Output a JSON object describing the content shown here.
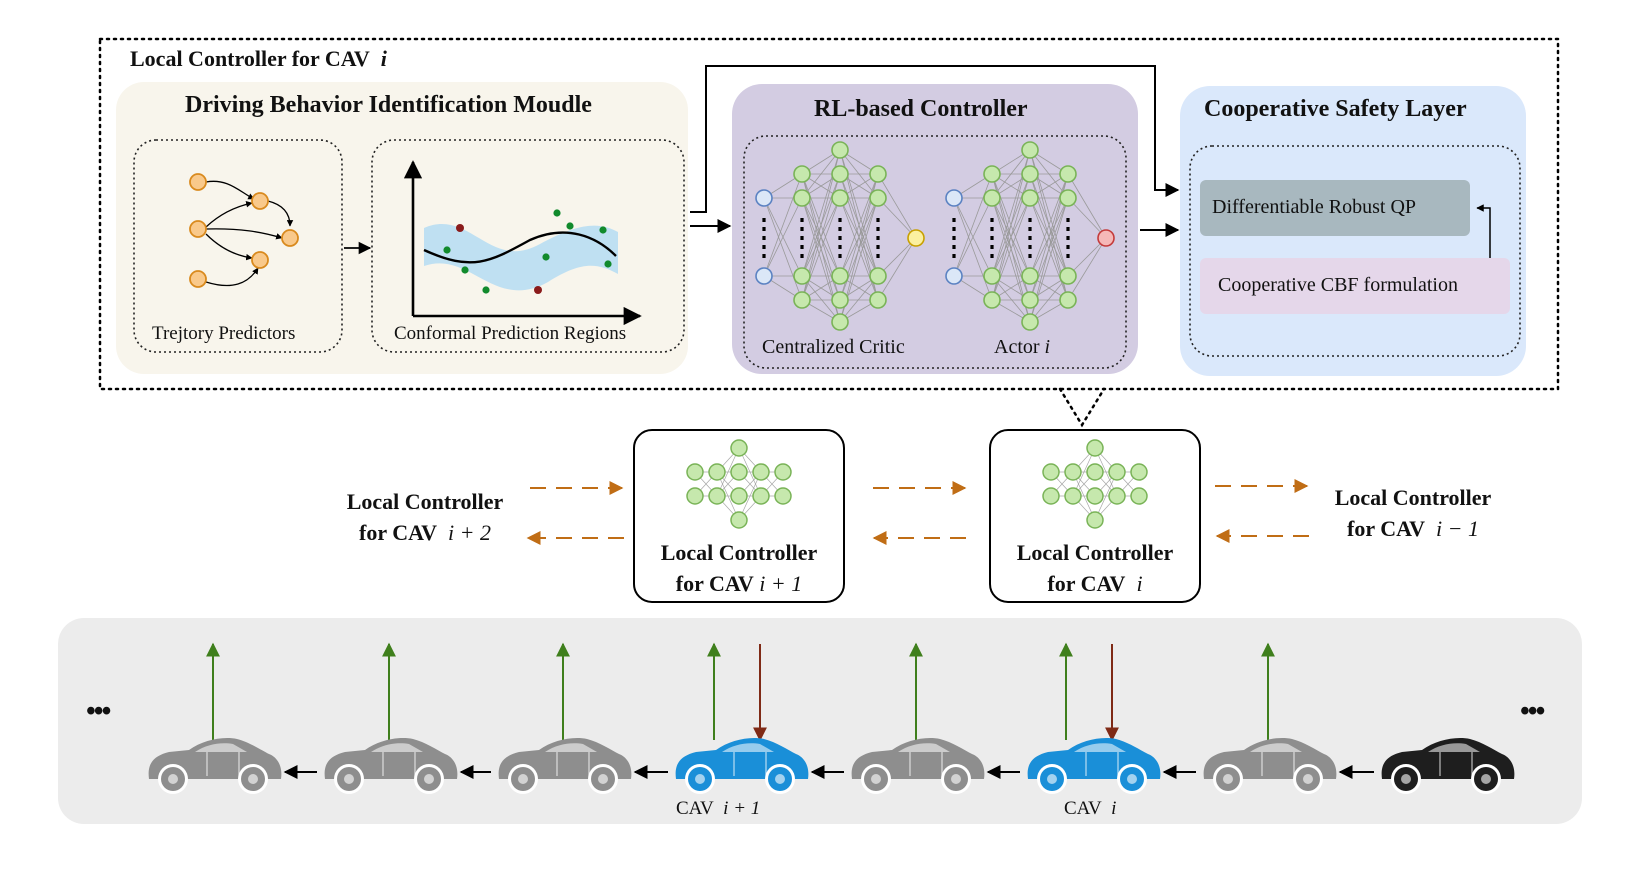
{
  "outer": {
    "title": "Local Controller for CAV",
    "title_var": "i"
  },
  "dbim": {
    "title": "Driving Behavior Identification Moudle",
    "predictors_label": "Trejtory Predictors",
    "regions_label": "Conformal Prediction Regions"
  },
  "rl": {
    "title": "RL-based Controller",
    "critic_label": "Centralized Critic",
    "actor_label": "Actor",
    "actor_var": "i"
  },
  "csl": {
    "title": "Cooperative Safety Layer",
    "qp_label": "Differentiable Robust QP",
    "cbf_label": "Cooperative CBF formulation"
  },
  "controllers": [
    {
      "line1": "Local Controller",
      "line2": "for CAV",
      "var": "i + 1"
    },
    {
      "line1": "Local Controller",
      "line2": "for CAV",
      "var": "i"
    }
  ],
  "side_labels": {
    "left": {
      "line1": "Local Controller",
      "line2": "for CAV",
      "var": "i + 2"
    },
    "right": {
      "line1": "Local Controller",
      "line2": "for CAV",
      "var": "i − 1"
    }
  },
  "road": {
    "ellipsis": "•••",
    "cav_labels": [
      {
        "text": "CAV",
        "var": "i + 1"
      },
      {
        "text": "CAV",
        "var": "i"
      }
    ]
  },
  "colors": {
    "dbim_bg": "#f8f5ec",
    "rl_bg": "#d3cce2",
    "csl_bg": "#dae8fb",
    "qp_fill": "#a8b8bf",
    "cbf_fill": "#e5d7ea",
    "road_bg": "#ececec",
    "node_green": "#c6e8ad",
    "node_green_stroke": "#79b357",
    "node_orange": "#f9c98b",
    "node_orange_stroke": "#d98a1e",
    "input_node": "#dbe7f7",
    "input_node_stroke": "#5b82c2",
    "critic_out": "#fbf0a0",
    "actor_out": "#f5b8b8",
    "cav_blue": "#1a8fd8",
    "car_gray": "#8e8e8e",
    "car_black": "#1e1e1e",
    "arrow_orange": "#c06d15",
    "arrow_green": "#3f7f1c",
    "arrow_brown": "#7f2a16"
  },
  "icons": [
    "directed-graph-icon",
    "prediction-plot-icon",
    "neural-network-icon",
    "car-icon"
  ]
}
